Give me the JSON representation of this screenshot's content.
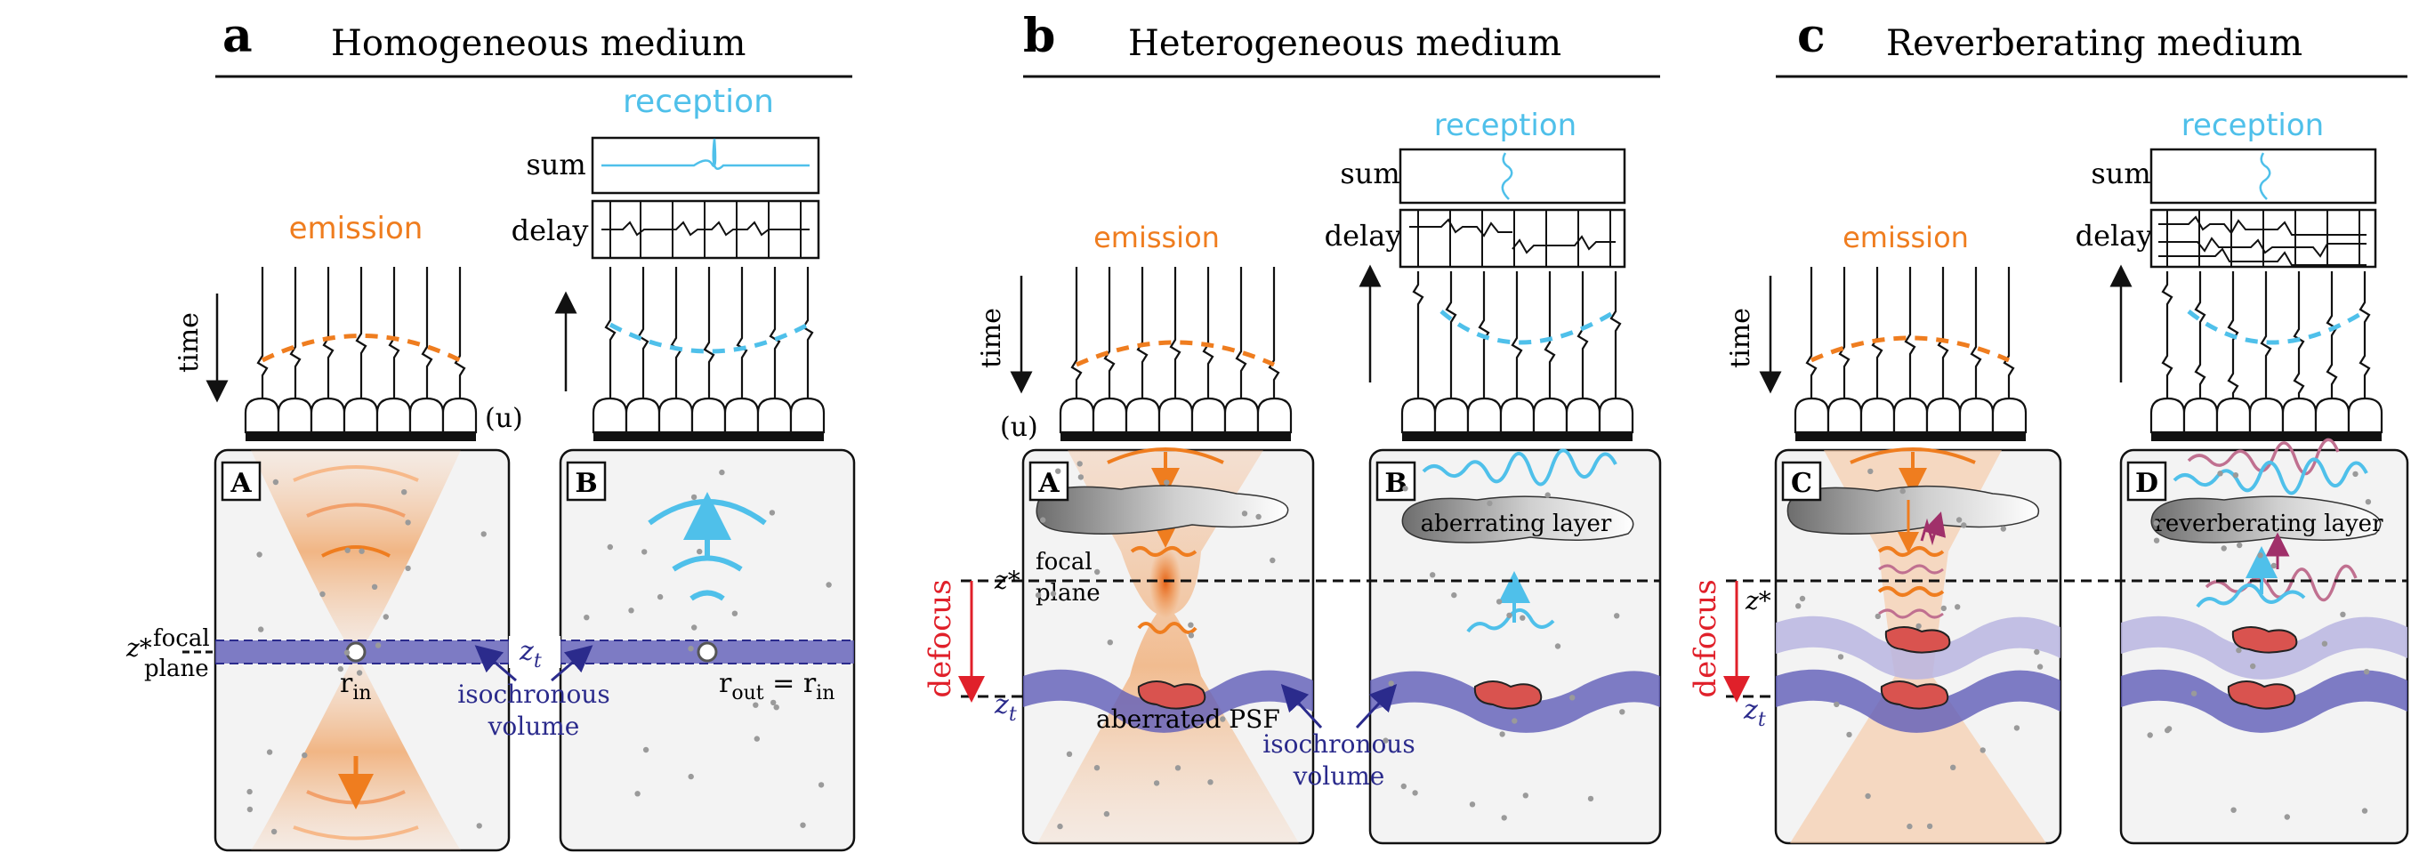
{
  "colors": {
    "orange": "#ef7d1f",
    "blue_signal": "#4fc0ea",
    "purple_band": "#5f5cb8",
    "navy_text": "#2b2b8c",
    "red_defocus": "#e0202a",
    "lesion": "#d9534f",
    "medium_bg": "#f3f3f3",
    "reverb_pink": "#c07090"
  },
  "panels": {
    "a": {
      "letter": "a",
      "title": "Homogeneous medium",
      "emission": "emission",
      "reception": "reception",
      "time": "time",
      "sum": "sum",
      "delay": "delay",
      "u": "(u)",
      "boxA": "A",
      "boxB": "B",
      "zstar": "z*",
      "focal": "focal",
      "plane": "plane",
      "rin": "r",
      "rin_sub": "in",
      "zt": "z",
      "zt_sub": "t",
      "isochronous": "isochronous",
      "volume": "volume",
      "rout": "r",
      "rout_sub": "out",
      "equals": " = r",
      "equals_sub": "in"
    },
    "b": {
      "letter": "b",
      "title": "Heterogeneous medium",
      "emission": "emission",
      "reception": "reception",
      "time": "time",
      "sum": "sum",
      "delay": "delay",
      "u": "(u)",
      "boxA": "A",
      "boxB": "B",
      "zstar": "z*",
      "focal": "focal",
      "plane": "plane",
      "defocus": "defocus",
      "zt": "z",
      "zt_sub": "t",
      "aberrated_psf": "aberrated PSF",
      "aberrating_layer": "aberrating layer",
      "isochronous": "isochronous",
      "volume": "volume"
    },
    "c": {
      "letter": "c",
      "title": "Reverberating medium",
      "emission": "emission",
      "reception": "reception",
      "time": "time",
      "sum": "sum",
      "delay": "delay",
      "boxC": "C",
      "boxD": "D",
      "zstar": "z*",
      "defocus": "defocus",
      "zt": "z",
      "zt_sub": "t",
      "reverberating_layer": "reverberating layer"
    }
  }
}
